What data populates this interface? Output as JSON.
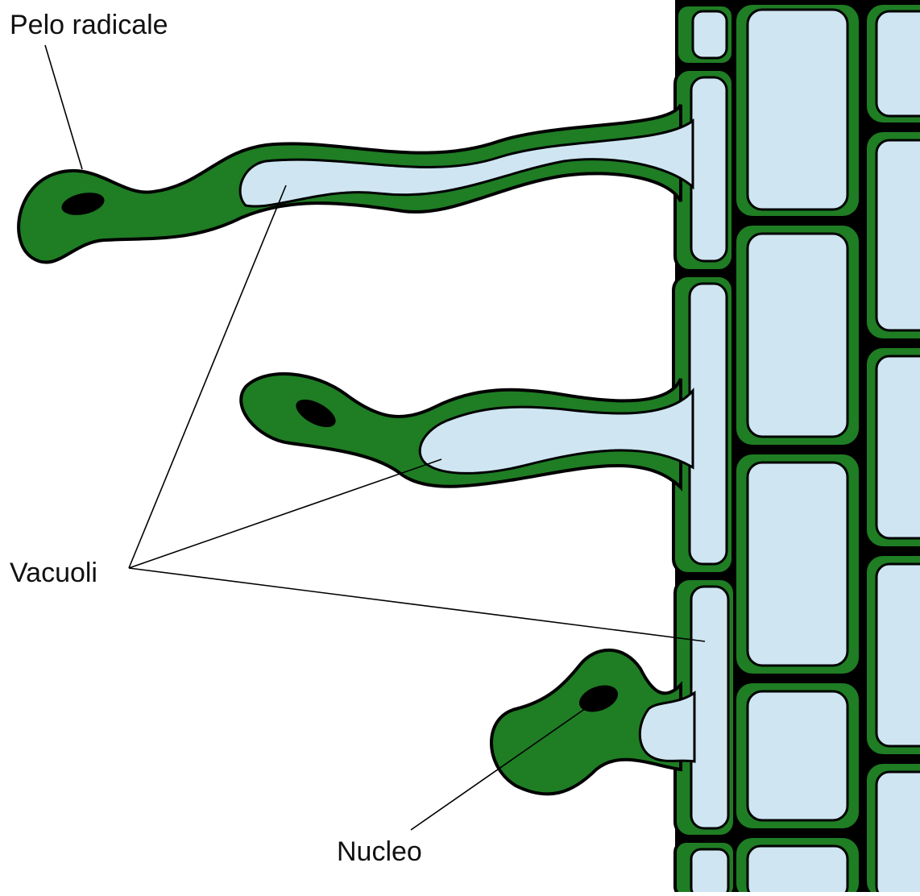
{
  "labels": {
    "root_hair": "Pelo radicale",
    "vacuoles": "Vacuoli",
    "nucleus": "Nucleo"
  },
  "colors": {
    "cytoplasm": "#1f7d24",
    "vacuole": "#cfe6f2",
    "outline": "#000000",
    "nucleus": "#000000"
  }
}
